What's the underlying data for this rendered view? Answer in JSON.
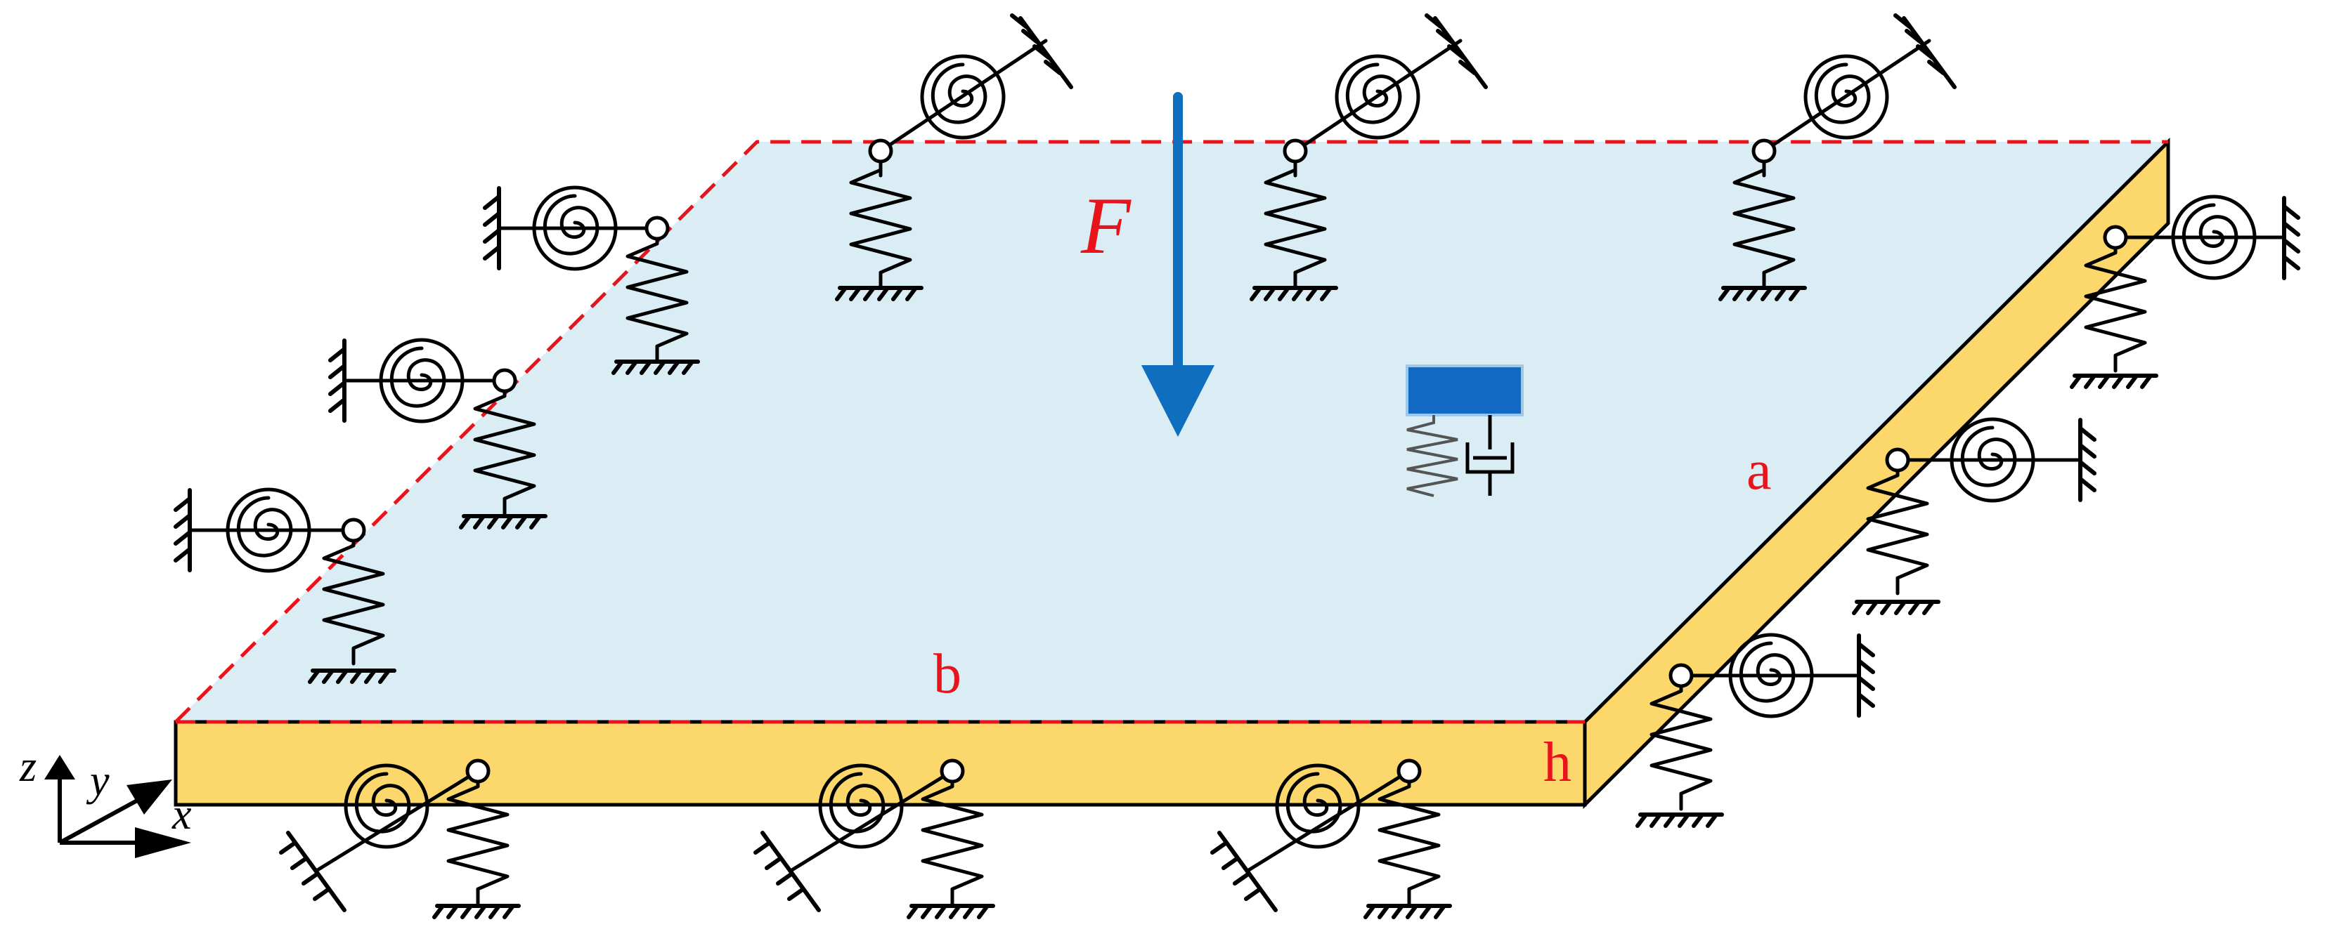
{
  "labels": {
    "force": "F",
    "length_a": "a",
    "width_b": "b",
    "thickness_h": "h"
  },
  "axes": {
    "z": "z",
    "y": "y",
    "x": "x"
  },
  "colors": {
    "plate_top": "#daedf4",
    "plate_side": "#fcd76c",
    "dashed_edge": "#e8131b",
    "force_arrow": "#0f6ebe",
    "oscillator_mass": "#1169c3",
    "label_red": "#e8131b",
    "line": "#000000"
  },
  "icons": {
    "translational_spring": "zigzag-spring-icon",
    "rotational_spring": "spiral-spring-icon",
    "ground": "hatched-ground-icon",
    "damper": "damper-icon"
  }
}
